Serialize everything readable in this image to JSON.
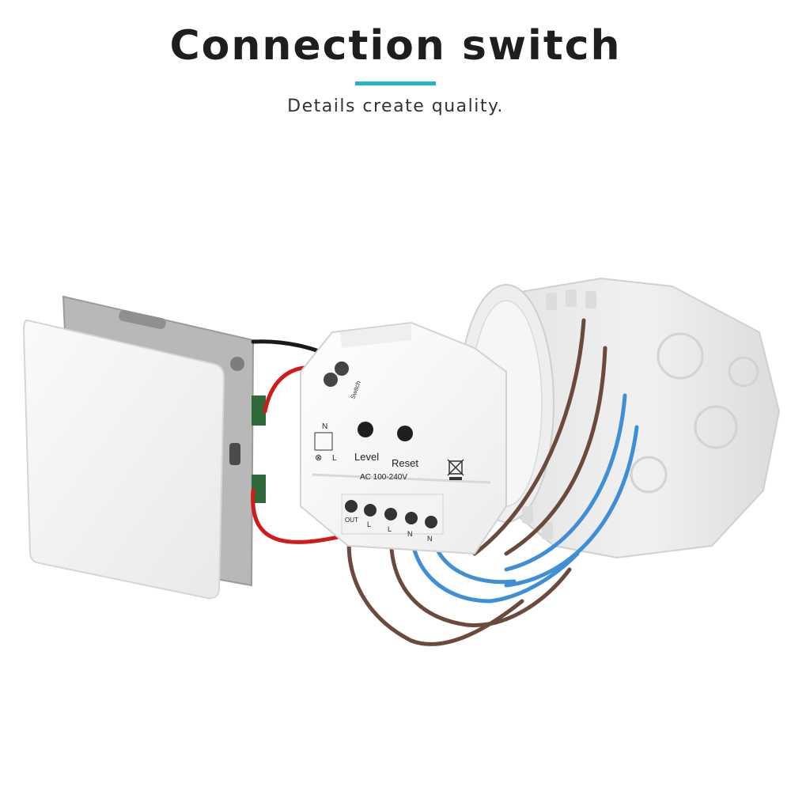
{
  "header": {
    "title": "Connection switch",
    "subtitle": "Details create quality."
  },
  "colors": {
    "accent": "#21b4d0",
    "wire_red": "#d11a1a",
    "wire_brown": "#6b4a3e",
    "wire_blue": "#3f8fd6",
    "wire_black": "#1a1a1a"
  },
  "module": {
    "level_label": "Level",
    "reset_label": "Reset",
    "voltage_label": "AC 100-240V",
    "neutral_mark": "N",
    "live_mark": "L",
    "lamp_mark": "⊗",
    "terminals": {
      "out": "OUT",
      "l1": "L",
      "l2": "L",
      "n1": "N",
      "n2": "N"
    },
    "switch_label": "Switch"
  }
}
